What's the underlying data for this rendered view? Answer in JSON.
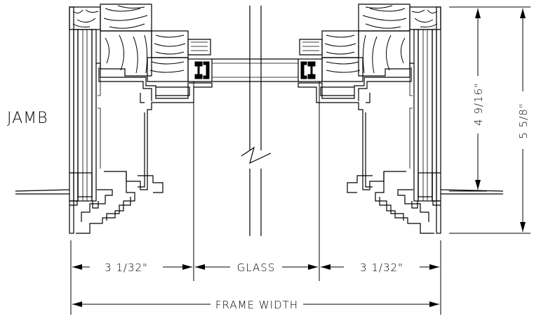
{
  "labels": {
    "jamb": "JAMB",
    "left_frame": "3 1/32\"",
    "glass": "GLASS",
    "right_frame": "3 1/32\"",
    "frame_width": "FRAME WIDTH",
    "height_inner": "4 9/16\"",
    "height_outer": "5 5/8\""
  }
}
